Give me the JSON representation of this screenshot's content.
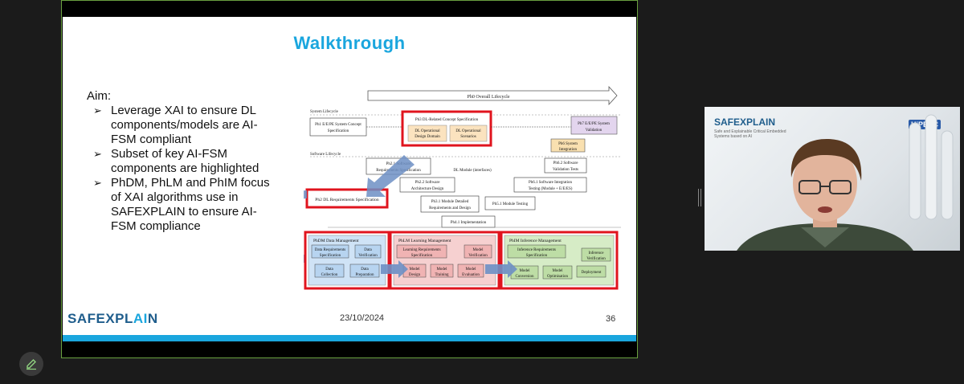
{
  "slide": {
    "title": "Walkthrough",
    "aim_heading": "Aim:",
    "bullets": [
      "Leverage XAI to ensure DL components/models are AI-FSM compliant",
      "Subset of key AI-FSM components are highlighted",
      "PhDM, PhLM and PhIM focus of  XAI algorithms use in SAFEXPLAIN to ensure AI-FSM compliance"
    ],
    "bullet_glyph": "➢",
    "footer": {
      "logo_left": "SAFEXPL",
      "logo_ai": "AI",
      "logo_right": "N",
      "date": "23/10/2024",
      "page": "36"
    }
  },
  "figure": {
    "overall": "Ph0 Overall Lifecycle",
    "system_lifecycle": "System Lifecycle",
    "software_lifecycle": "Software Lifecycle",
    "ph1": [
      "Ph1 E/E/PE System Concept",
      "Specification"
    ],
    "ph3": "Ph3 DL-Related Concept Specification",
    "dl_domain": [
      "DL Operational",
      "Design Domain"
    ],
    "dl_scenarios": [
      "DL Operational",
      "Scenarios"
    ],
    "ph7": [
      "Ph7 E/E/PE System",
      "Validation"
    ],
    "ph6": [
      "Ph6 System",
      "Integration"
    ],
    "ph21": [
      "Ph2.1 Software",
      "Requirements Specification"
    ],
    "dl_module": "DL Module (interfaces)",
    "ph62": [
      "Ph6.2 Software",
      "Validation Tests"
    ],
    "ph22": [
      "Ph2.2 Software",
      "Architecture Design"
    ],
    "ph61": [
      "Ph6.1 Software Integration",
      "Testing (Module + E/E/ES)"
    ],
    "ph2dl": "Ph2 DL Requirements Specification",
    "ph31": [
      "Ph3.1 Module Detailed",
      "Requirements and Design"
    ],
    "ph51": "Ph5.1 Module Testing",
    "ph41": "Ph4.1 Implementation",
    "phdm": {
      "title": "PhDM Data Management",
      "req": [
        "Data Requirements",
        "Specification"
      ],
      "verif": [
        "Data",
        "Verification"
      ],
      "collect": [
        "Data",
        "Collection"
      ],
      "prep": [
        "Data",
        "Preparation"
      ]
    },
    "phlm": {
      "title": "PhLM Learning Management",
      "req": [
        "Learning Requirements",
        "Specification"
      ],
      "verif": [
        "Model",
        "Verification"
      ],
      "design": [
        "Model",
        "Design"
      ],
      "training": [
        "Model",
        "Training"
      ],
      "eval": [
        "Model",
        "Evaluation"
      ]
    },
    "phim": {
      "title": "PhIM Inference Management",
      "req": [
        "Inference Requirements",
        "Specification"
      ],
      "verif": [
        "Inference",
        "Verification"
      ],
      "conversion": [
        "Model",
        "Conversion"
      ],
      "optim": [
        "Model",
        "Optimisation"
      ],
      "deploy": "Deployment"
    }
  },
  "video": {
    "logo": "SAFEXPLAIN",
    "logo_sub": "Safe and Explainable Critical Embedded Systems based on AI",
    "badge": "HiPEAC"
  },
  "icons": {
    "edit": "pencil-icon"
  },
  "colors": {
    "title": "#1aa6de",
    "highlight": "#e0141e",
    "arrow": "#6d8fc4",
    "phdm_fill": "#cfe3f6",
    "phlm_fill": "#f6d0d0",
    "phim_fill": "#d6ecc6",
    "ph6_fill": "#f9e0b0",
    "ph7_fill": "#e3d5ee",
    "dl_fill": "#fbe3bf"
  }
}
